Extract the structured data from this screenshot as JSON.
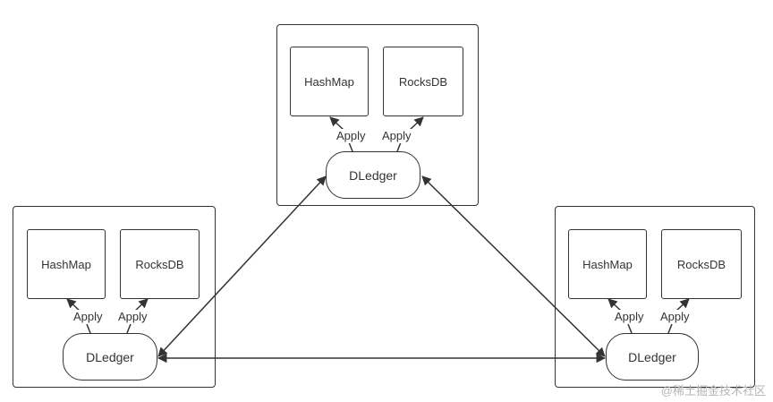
{
  "nodes": {
    "top": {
      "hashmap": "HashMap",
      "rocksdb": "RocksDB",
      "dledger": "DLedger",
      "apply_left": "Apply",
      "apply_right": "Apply"
    },
    "left": {
      "hashmap": "HashMap",
      "rocksdb": "RocksDB",
      "dledger": "DLedger",
      "apply_left": "Apply",
      "apply_right": "Apply"
    },
    "right": {
      "hashmap": "HashMap",
      "rocksdb": "RocksDB",
      "dledger": "DLedger",
      "apply_left": "Apply",
      "apply_right": "Apply"
    }
  },
  "watermark": "@稀土掘金技术社区",
  "colors": {
    "stroke": "#333333",
    "text": "#333333",
    "watermark": "#b5b5b5"
  }
}
